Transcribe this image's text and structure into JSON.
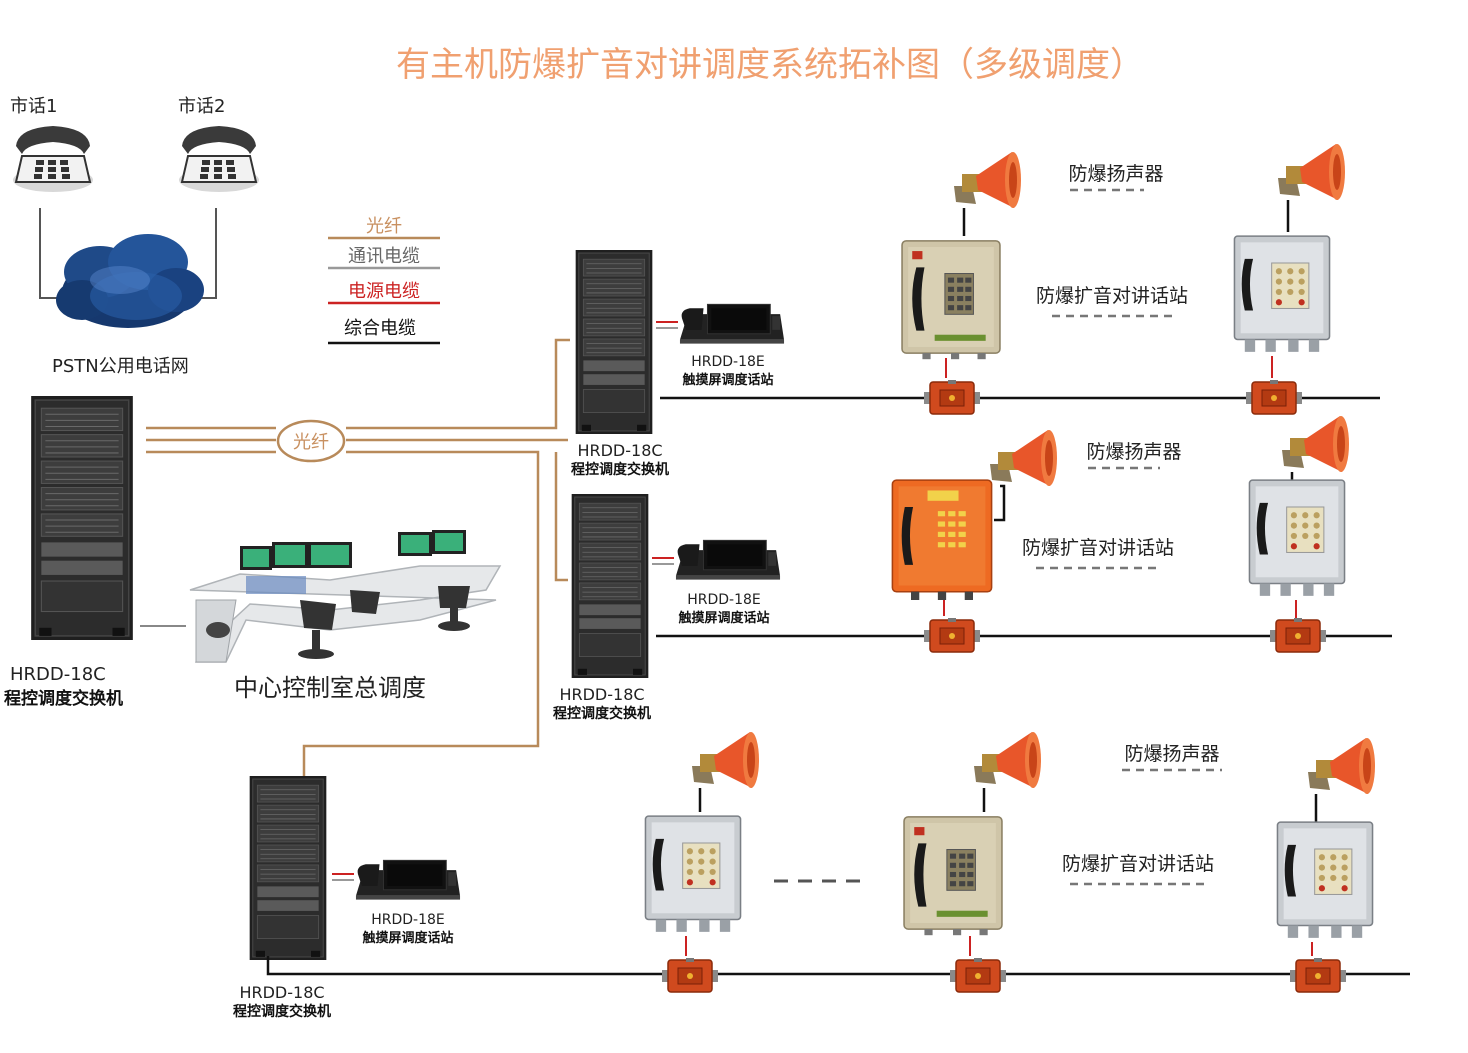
{
  "title": "有主机防爆扩音对讲调度系统拓补图（多级调度）",
  "phones": {
    "phone1": "市话1",
    "phone2": "市话2"
  },
  "pstn_label": "PSTN公用电话网",
  "legend": {
    "fiber": "光纤",
    "comm": "通讯电缆",
    "power": "电源电缆",
    "composite": "综合电缆"
  },
  "fiber_tag": "光纤",
  "main_switch": {
    "model": "HRDD-18C",
    "name": "程控调度交换机"
  },
  "control_room": "中心控制室总调度",
  "sub_switches": [
    {
      "model": "HRDD-18C",
      "name": "程控调度交换机"
    },
    {
      "model": "HRDD-18C",
      "name": "程控调度交换机"
    },
    {
      "model": "HRDD-18C",
      "name": "程控调度交换机"
    }
  ],
  "consoles": [
    {
      "model": "HRDD-18E",
      "name": "触摸屏调度话站"
    },
    {
      "model": "HRDD-18E",
      "name": "触摸屏调度话站"
    },
    {
      "model": "HRDD-18E",
      "name": "触摸屏调度话站"
    }
  ],
  "speaker_labels": [
    "防爆扬声器",
    "防爆扬声器",
    "防爆扬声器"
  ],
  "intercom_labels": [
    "防爆扩音对讲话站",
    "防爆扩音对讲话站",
    "防爆扩音对讲话站"
  ],
  "colors": {
    "title": "#f0a070",
    "fiber": "#b88a5a",
    "comm": "#999999",
    "power": "#cc2222",
    "composite": "#111111",
    "horn": "#e8562a",
    "junction": "#d04a1e",
    "cloud": "#1a3f7a"
  },
  "icons": [
    "telephone-icon",
    "cloud-icon",
    "cabinet-icon",
    "console-icon",
    "horn-speaker-icon",
    "intercom-station-icon",
    "junction-box-icon"
  ]
}
